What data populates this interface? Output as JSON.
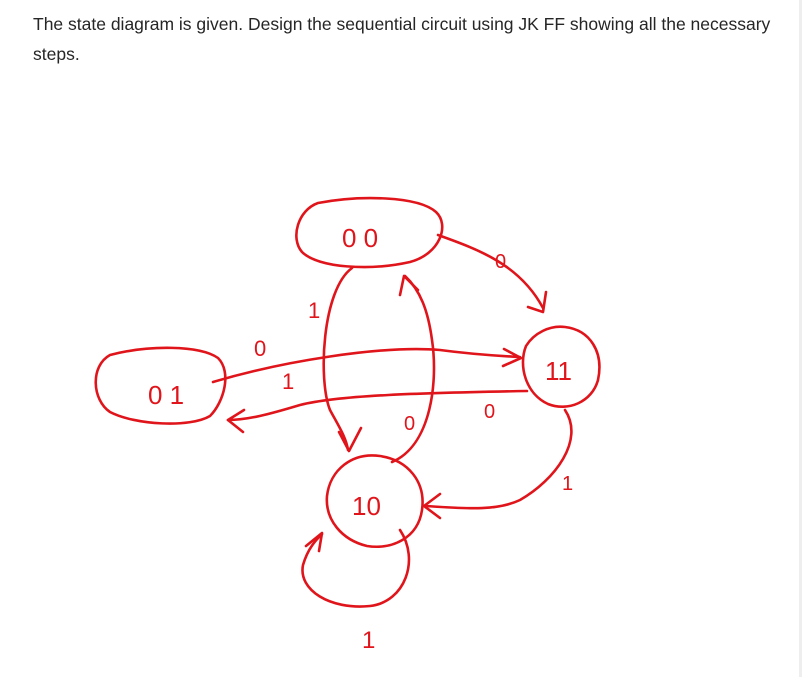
{
  "question": {
    "text": "The state diagram is given. Design the sequential circuit using JK FF showing all the necessary steps."
  },
  "diagram": {
    "ink_color": "#e0151b",
    "states": [
      {
        "id": "s00",
        "label": "0 0"
      },
      {
        "id": "s01",
        "label": "0 1"
      },
      {
        "id": "s11",
        "label": "11"
      },
      {
        "id": "s10",
        "label": "10"
      }
    ],
    "transitions": [
      {
        "from": "00",
        "to": "11",
        "label": "0"
      },
      {
        "from": "00",
        "to": "10",
        "label": "1"
      },
      {
        "from": "10",
        "to": "00",
        "label": "0"
      },
      {
        "from": "01",
        "to": "11",
        "label": "0"
      },
      {
        "from": "11",
        "to": "01",
        "label": "0"
      },
      {
        "from": "11",
        "to": "10",
        "label": "1"
      },
      {
        "from": "10",
        "to": "10",
        "label": "1"
      }
    ],
    "stray_label": "1"
  }
}
